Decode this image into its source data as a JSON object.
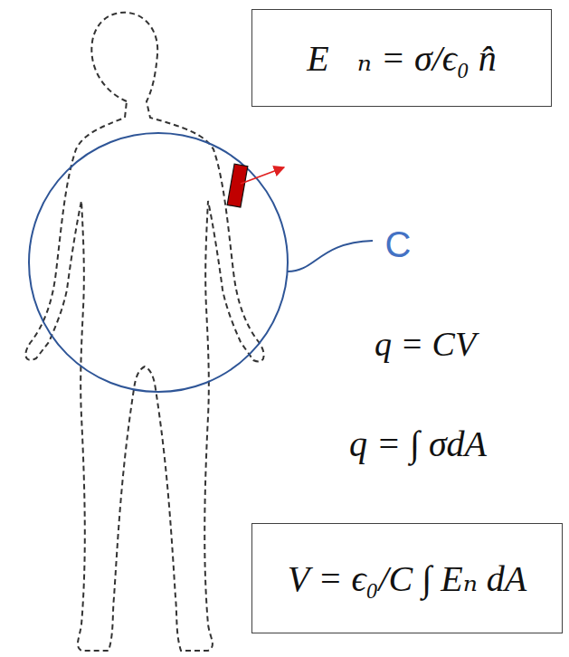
{
  "diagram": {
    "nodes": [
      {
        "text": [
          "E⃗ₙ = σ/ϵ₀ n̂"
        ]
      },
      {
        "text": [
          "V = ϵ₀/C ∫ Eₙ dA"
        ]
      }
    ],
    "labels": [
      "C",
      "q = CV",
      "q = ∫ σdA"
    ]
  }
}
